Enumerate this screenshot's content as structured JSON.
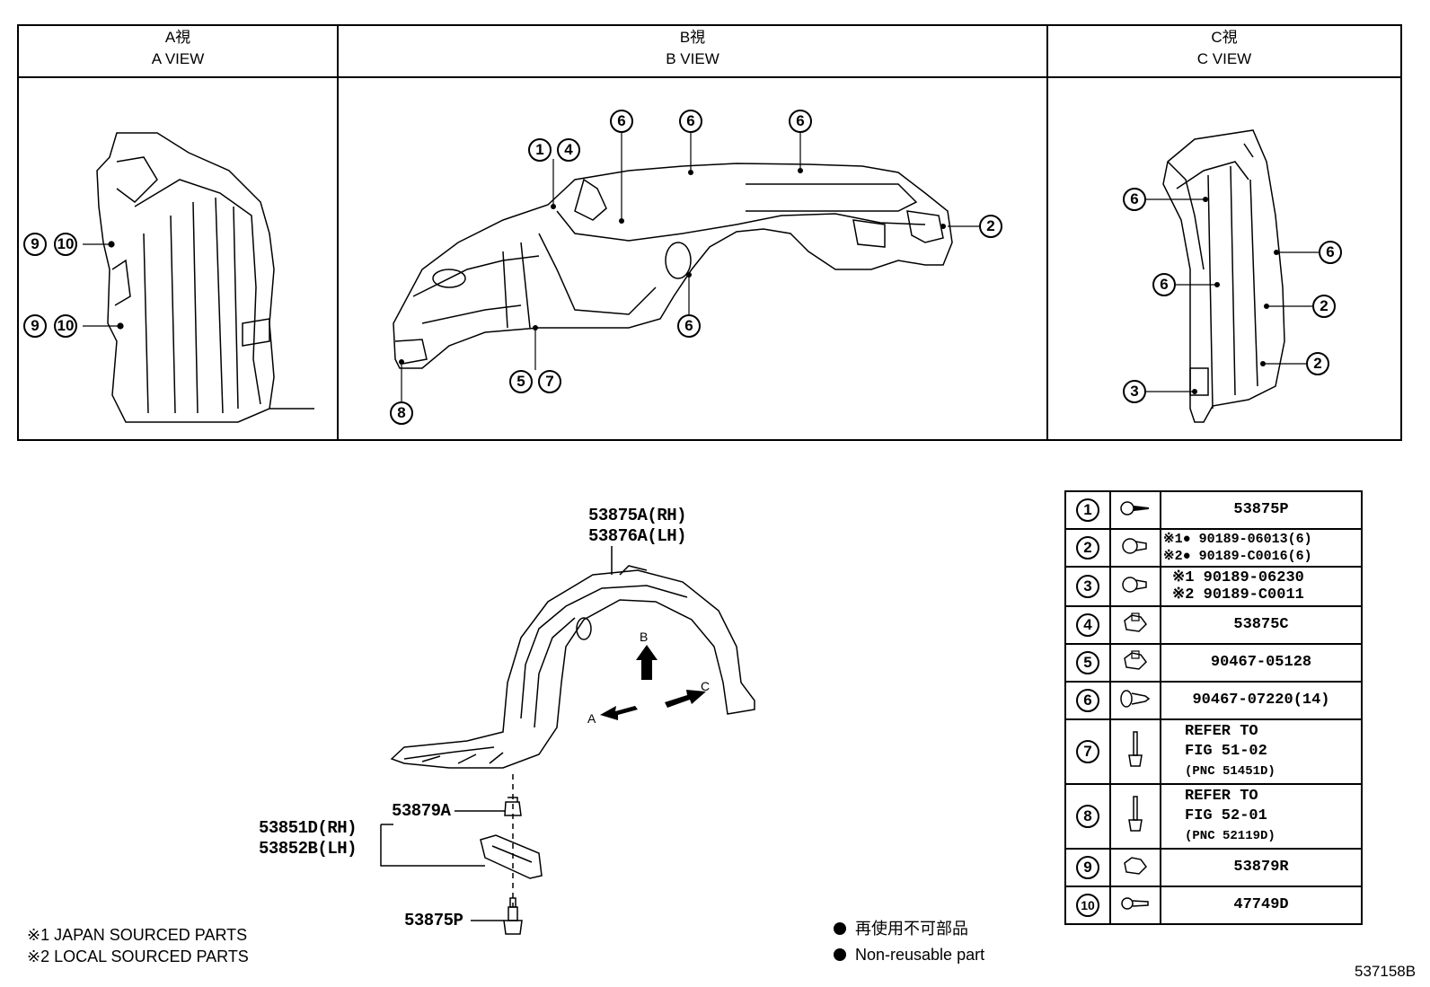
{
  "views": [
    {
      "jp": "A視",
      "en": "A VIEW"
    },
    {
      "jp": "B視",
      "en": "B VIEW"
    },
    {
      "jp": "C視",
      "en": "C VIEW"
    }
  ],
  "view_callouts": {
    "a": [
      "9",
      "10",
      "9",
      "10"
    ],
    "b": [
      "1",
      "4",
      "6",
      "6",
      "6",
      "2",
      "6",
      "5",
      "7",
      "8"
    ],
    "c": [
      "6",
      "6",
      "6",
      "2",
      "2",
      "3"
    ]
  },
  "main_parts": {
    "liner_rh": "53875A(RH)",
    "liner_lh": "53876A(LH)",
    "nut": "53879A",
    "bracket_rh": "53851D(RH)",
    "bracket_lh": "53852B(LH)",
    "screw": "53875P",
    "arrow_b": "B",
    "arrow_a": "A",
    "arrow_c": "C"
  },
  "parts_table": [
    {
      "no": "1",
      "icon": "screw-icon",
      "lines": [
        "53875P"
      ]
    },
    {
      "no": "2",
      "icon": "clip-icon",
      "lines": [
        "※1● 90189-06013(6)",
        "※2● 90189-C0016(6)"
      ]
    },
    {
      "no": "3",
      "icon": "clip-icon",
      "lines": [
        "※1 90189-06230",
        "※2 90189-C0011"
      ]
    },
    {
      "no": "4",
      "icon": "nut-icon",
      "lines": [
        "53875C"
      ]
    },
    {
      "no": "5",
      "icon": "nut-icon",
      "lines": [
        "90467-05128"
      ]
    },
    {
      "no": "6",
      "icon": "push-clip-icon",
      "lines": [
        "90467-07220(14)"
      ]
    },
    {
      "no": "7",
      "icon": "bolt-icon",
      "lines": [
        "REFER TO",
        "FIG 51-02",
        "(PNC 51451D)"
      ]
    },
    {
      "no": "8",
      "icon": "bolt-icon",
      "lines": [
        "REFER TO",
        "FIG 52-01",
        "(PNC 52119D)"
      ]
    },
    {
      "no": "9",
      "icon": "nut-icon",
      "lines": [
        "53879R"
      ]
    },
    {
      "no": "10",
      "icon": "rivet-icon",
      "lines": [
        "47749D"
      ]
    }
  ],
  "notes": {
    "japan": "※1 JAPAN SOURCED PARTS",
    "local": "※2 LOCAL SOURCED PARTS",
    "nonreuse_jp": "再使用不可部品",
    "nonreuse_en": "Non-reusable part"
  },
  "figure_id": "537158B"
}
